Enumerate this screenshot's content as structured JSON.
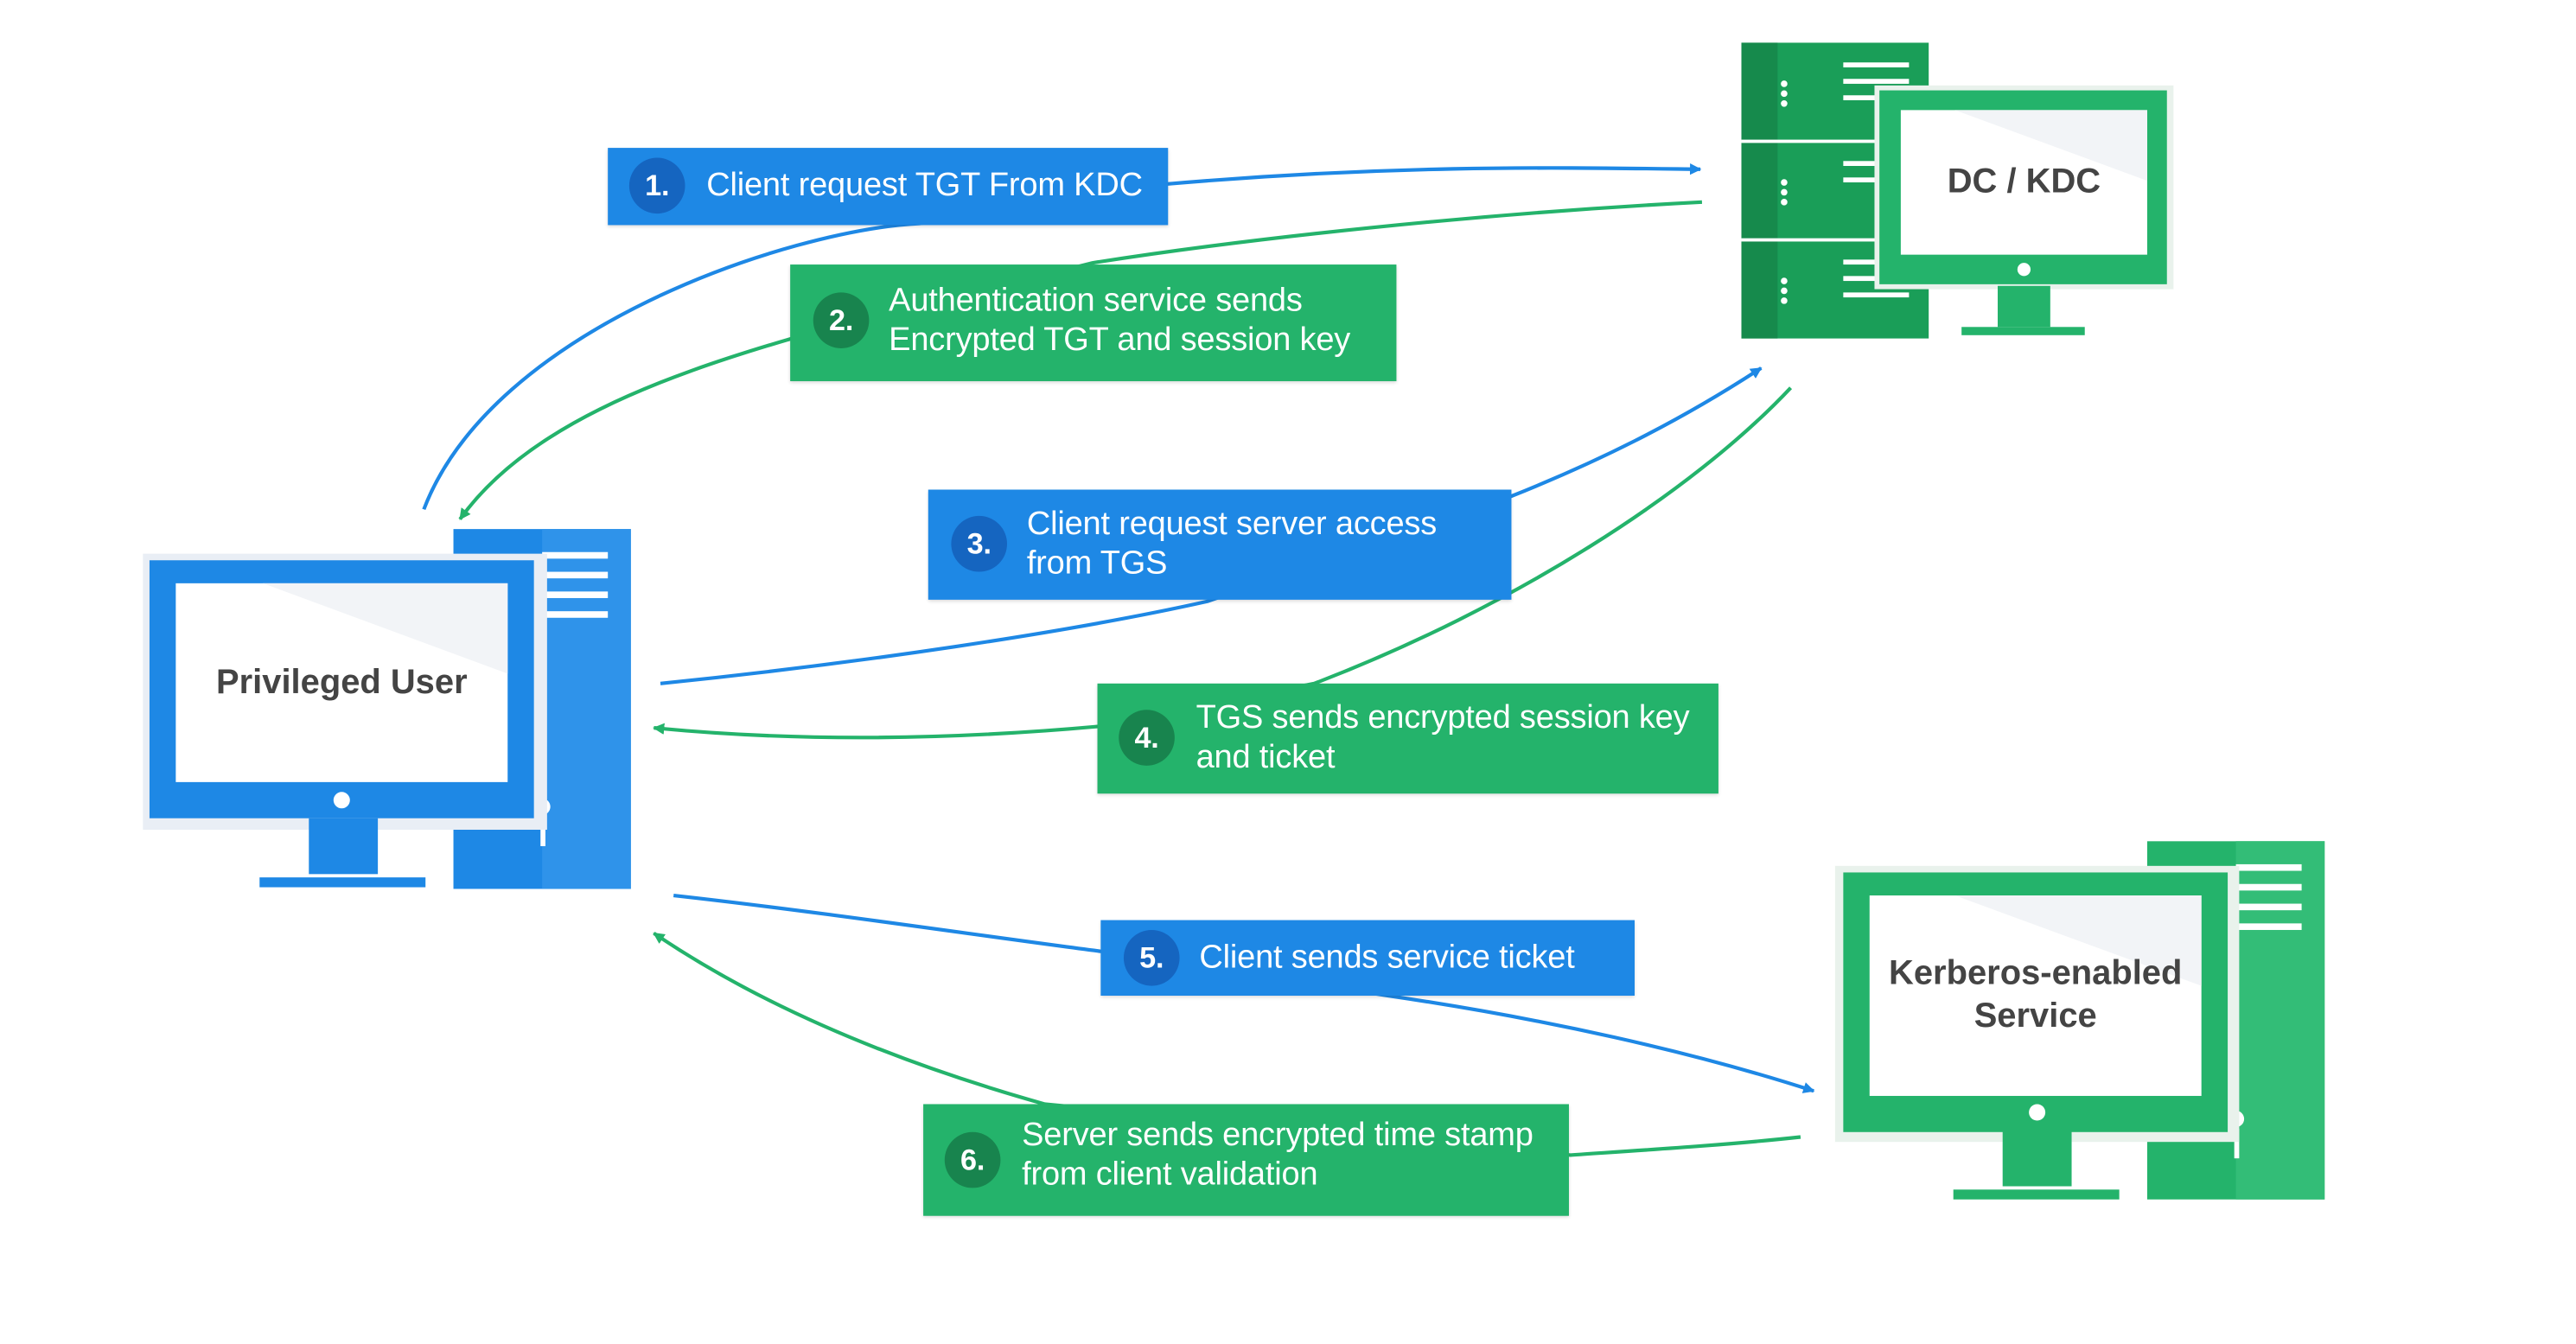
{
  "colors": {
    "blue": "#1e88e5",
    "green": "#24b36b",
    "label_text": "#444444"
  },
  "nodes": {
    "privileged_user": {
      "label": "Privileged User",
      "icon": "desktop-computer-icon"
    },
    "dc_kdc": {
      "label": "DC / KDC",
      "icon": "server-rack-with-monitor-icon"
    },
    "service": {
      "label": "Kerberos-enabled\nService",
      "icon": "desktop-computer-icon"
    }
  },
  "steps": [
    {
      "number": "1.",
      "text": "Client request TGT From KDC",
      "color": "blue",
      "from": "Privileged User",
      "to": "DC / KDC"
    },
    {
      "number": "2.",
      "text": "Authentication service sends\nEncrypted TGT and session key",
      "color": "green",
      "from": "DC / KDC",
      "to": "Privileged User"
    },
    {
      "number": "3.",
      "text": "Client request server access\nfrom TGS",
      "color": "blue",
      "from": "Privileged User",
      "to": "DC / KDC"
    },
    {
      "number": "4.",
      "text": "TGS sends encrypted session key\nand ticket",
      "color": "green",
      "from": "DC / KDC",
      "to": "Privileged User"
    },
    {
      "number": "5.",
      "text": "Client sends service ticket",
      "color": "blue",
      "from": "Privileged User",
      "to": "Kerberos-enabled Service"
    },
    {
      "number": "6.",
      "text": "Server sends encrypted time stamp\nfrom client validation",
      "color": "green",
      "from": "Kerberos-enabled Service",
      "to": "Privileged User"
    }
  ]
}
